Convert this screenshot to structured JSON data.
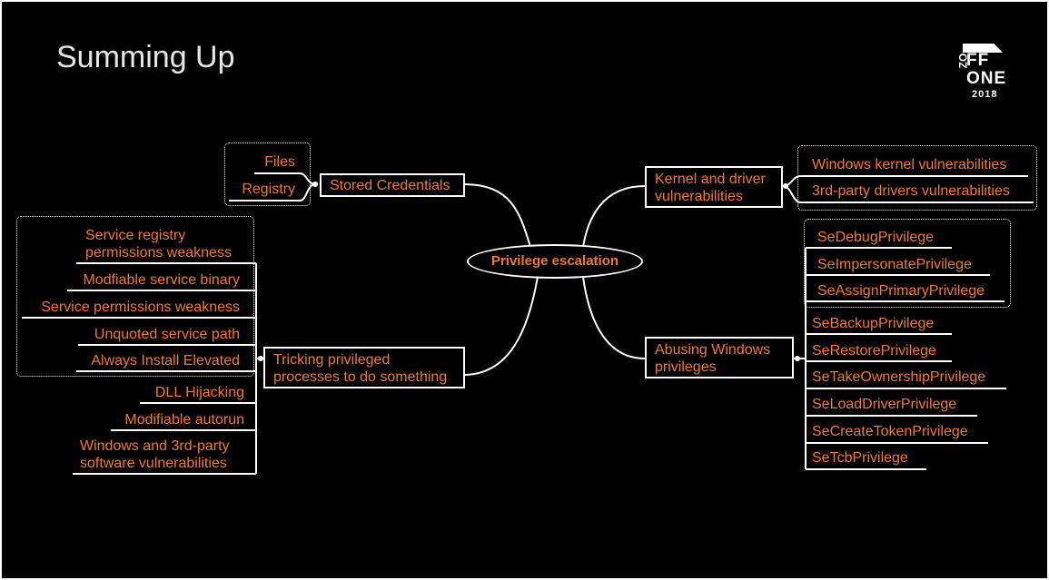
{
  "slide": {
    "title": "Summing Up",
    "colors": {
      "background": "#000000",
      "label": "#f07a2a",
      "title": "#e6e6e6",
      "line": "#ffffff"
    }
  },
  "logo": {
    "line1": "FF",
    "line2": "ONE",
    "rotated": "ZO",
    "year": "2018"
  },
  "mindmap": {
    "center": "Privilege escalation",
    "stored_credentials": {
      "label": "Stored Credentials",
      "items": [
        "Files",
        "Registry"
      ]
    },
    "tricking": {
      "label_line1": "Tricking privileged",
      "label_line2": "processes to do something",
      "items": [
        "Service registry\npermissions weakness",
        "Modfiable service binary",
        "Service permissions weakness",
        "Unquoted service path",
        "Always Install Elevated",
        "DLL Hijacking",
        "Modifiable autorun",
        "Windows and 3rd-party\nsoftware vulnerabilities"
      ]
    },
    "kernel": {
      "label_line1": "Kernel and driver",
      "label_line2": "vulnerabilities",
      "items": [
        "Windows kernel vulnerabilities",
        "3rd-party drivers vulnerabilities"
      ]
    },
    "abusing": {
      "label_line1": "Abusing Windows",
      "label_line2": "privileges",
      "items": [
        "SeDebugPrivilege",
        "SeImpersonatePrivilege",
        "SeAssignPrimaryPrivilege",
        "SeBackupPrivilege",
        "SeRestorePrivilege",
        "SeTakeOwnershipPrivilege",
        "SeLoadDriverPrivilege",
        "SeCreateTokenPrivilege",
        "SeTcbPrivilege"
      ]
    }
  }
}
